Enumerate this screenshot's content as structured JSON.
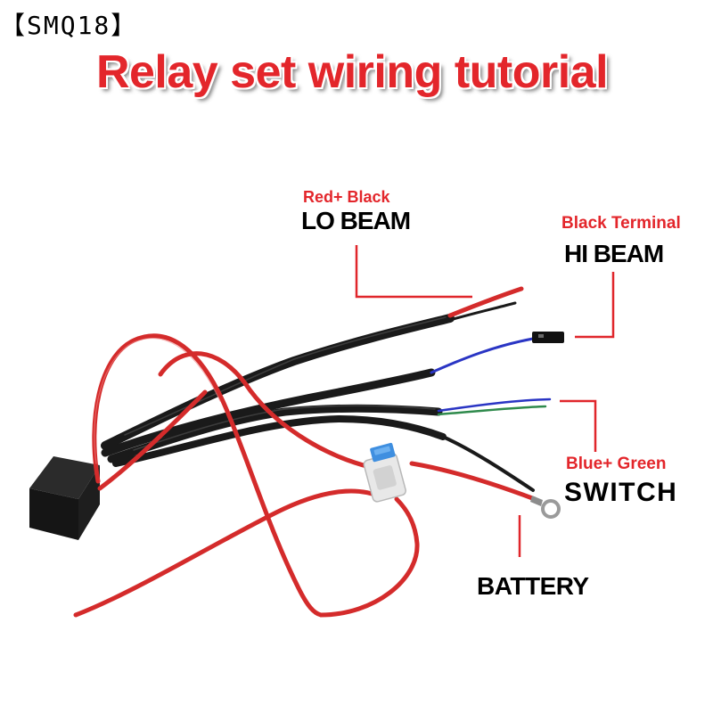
{
  "watermark": "【SMQ18】",
  "title": "Relay set wiring tutorial",
  "labels": {
    "lo_beam": {
      "wires": "Red+ Black",
      "name": "LO BEAM"
    },
    "hi_beam": {
      "wires": "Black Terminal",
      "name": "HI BEAM"
    },
    "switch": {
      "wires": "Blue+ Green",
      "name": "SWITCH"
    },
    "battery": {
      "name": "BATTERY"
    }
  },
  "icons": {
    "relay": "relay-box-icon",
    "fuse_holder": "fuse-holder-icon",
    "connector": "black-terminal-connector-icon",
    "ring_terminal": "ring-terminal-icon"
  },
  "colors": {
    "background": "#ffffff",
    "title": "#e3262b",
    "annotation": "#e3262b",
    "leader_line": "#e0262b",
    "label_text": "#000000",
    "red_wire": "#d42b2b",
    "black_cable": "#1a1a1a",
    "blue_wire": "#2a35c4",
    "green_wire": "#2f8a4c",
    "relay_body": "#151515",
    "fuse": "#3f8fe0"
  }
}
